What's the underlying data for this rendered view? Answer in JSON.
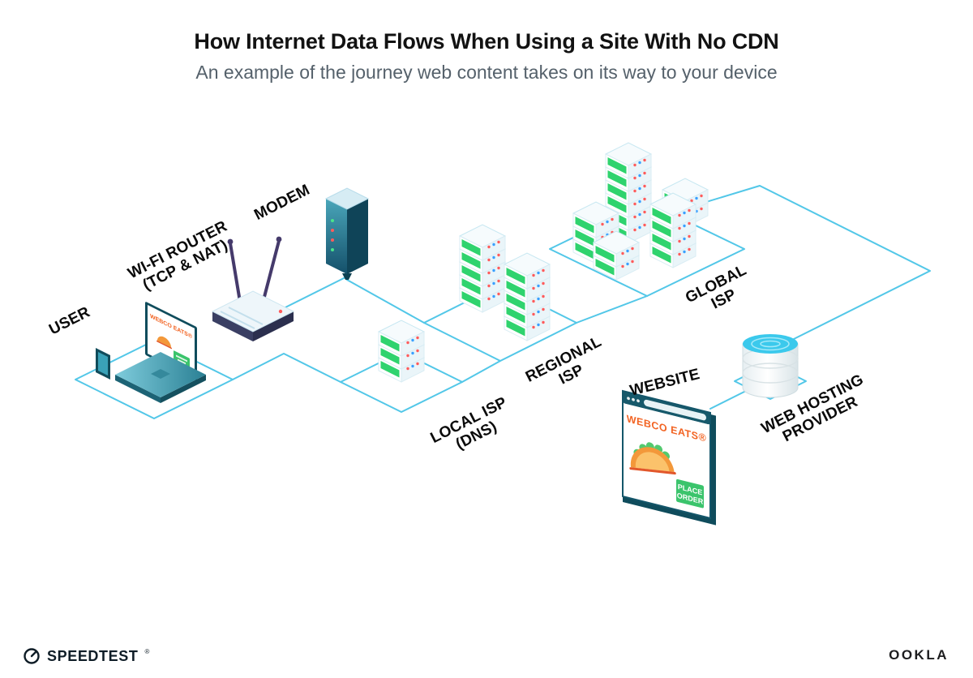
{
  "header": {
    "title": "How Internet Data Flows When Using a Site With No CDN",
    "subtitle": "An example of the journey web content takes on its way to your device"
  },
  "nodes": {
    "user": "USER",
    "wifi_router": "WI-FI ROUTER\n(TCP & NAT)",
    "modem": "MODEM",
    "local_isp": "LOCAL ISP\n(DNS)",
    "regional_isp": "REGIONAL\nISP",
    "global_isp": "GLOBAL\nISP",
    "website": "WEBSITE",
    "web_hosting": "WEB HOSTING\nPROVIDER"
  },
  "screens": {
    "laptop_brand": "WEBCO EATS®",
    "website_brand": "WEBCO EATS®",
    "order_button_line1": "PLACE",
    "order_button_line2": "ORDER"
  },
  "footer": {
    "speedtest_label": "SPEEDTEST",
    "speedtest_mark": "®",
    "ookla_label": "OOKLA"
  },
  "colors": {
    "connection_line": "#52c7e8",
    "server_green": "#2fd36e",
    "device_teal": "#1b5a6e",
    "brand_orange": "#f26322",
    "button_green": "#3bc46c",
    "router_navy": "#3a3f63"
  }
}
